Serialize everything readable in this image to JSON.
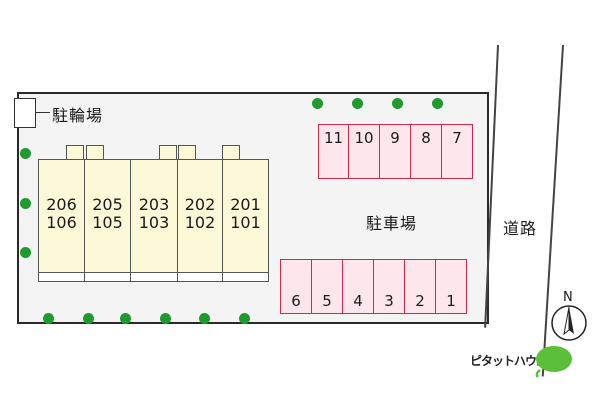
{
  "labels": {
    "bicycle_parking": "駐輪場",
    "car_parking": "駐車場",
    "road": "道路",
    "north": "N",
    "brand": "ピタットハウス"
  },
  "units": [
    {
      "upper": "206",
      "lower": "106"
    },
    {
      "upper": "205",
      "lower": "105"
    },
    {
      "upper": "203",
      "lower": "103"
    },
    {
      "upper": "202",
      "lower": "102"
    },
    {
      "upper": "201",
      "lower": "101"
    }
  ],
  "parking_top": [
    "11",
    "10",
    "9",
    "8",
    "7"
  ],
  "parking_bottom": [
    "6",
    "5",
    "4",
    "3",
    "2",
    "1"
  ],
  "colors": {
    "tree": "#1f9a2e",
    "stall_border": "#d02a4a",
    "stall_fill": "#fde6ec",
    "building_fill": "#fbf9d8",
    "brand_green": "#5cbf3a"
  }
}
